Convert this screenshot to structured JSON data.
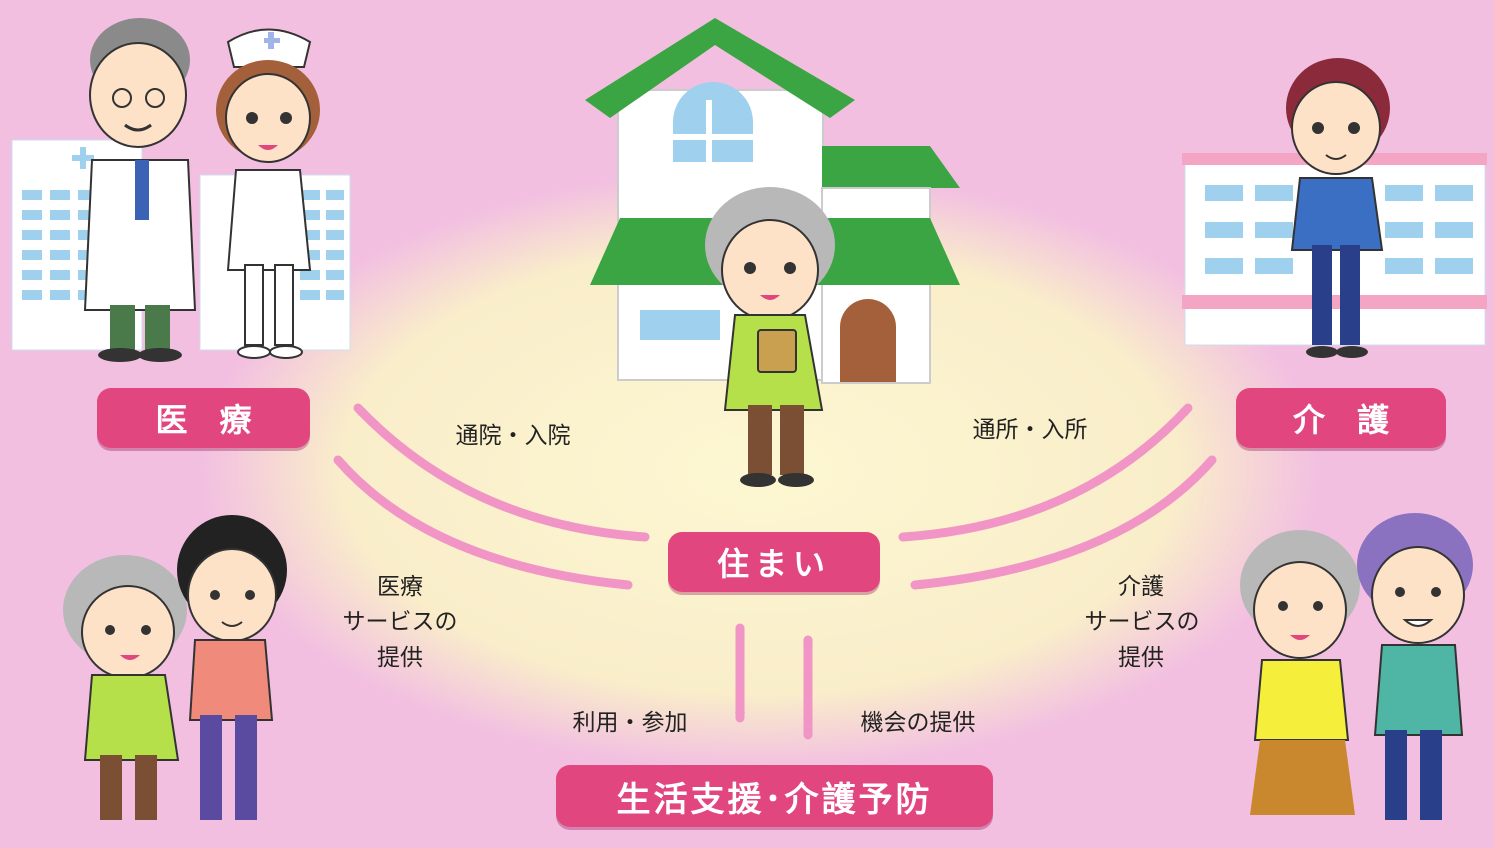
{
  "boxes": {
    "medical": "医　療",
    "care": "介　護",
    "housing": "住まい",
    "support": "生活支援･介護予防"
  },
  "labels": {
    "hospital_visit": "通院・入院",
    "facility_visit": "通所・入所",
    "medical_service": [
      "医療",
      "サービスの",
      "提供"
    ],
    "care_service": [
      "介護",
      "サービスの",
      "提供"
    ],
    "use_participation": "利用・参加",
    "opportunity": "機会の提供"
  },
  "colors": {
    "background": "#f2bfe1",
    "center_glow": "#fbf3c8",
    "box_fill": "#e2467f",
    "arrow": "#f195c6",
    "roof_green": "#3aa542",
    "window_blue": "#9fd1ee"
  }
}
